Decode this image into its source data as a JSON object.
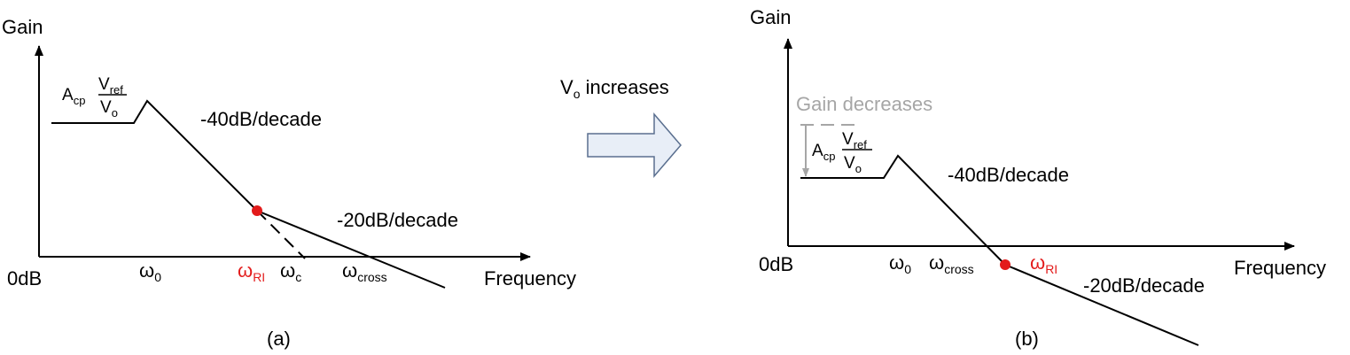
{
  "diagram": {
    "middle": {
      "label_main": "V",
      "label_sub": "o",
      "label_rest": " increases"
    },
    "left": {
      "caption": "(a)",
      "y_axis_label": "Gain",
      "x_axis_label": "Frequency",
      "origin_label": "0dB",
      "gain_formula": {
        "A": "A",
        "A_sub": "cp",
        "num": "V",
        "num_sub": "ref",
        "den": "V",
        "den_sub": "o"
      },
      "slope_40": "-40dB/decade",
      "slope_20": "-20dB/decade",
      "omega0": {
        "sym": "ω",
        "sub": "0"
      },
      "omegaRI": {
        "sym": "ω",
        "sub": "RI"
      },
      "omegaC": {
        "sym": "ω",
        "sub": "c"
      },
      "omegaCross": {
        "sym": "ω",
        "sub": "cross"
      }
    },
    "right": {
      "caption": "(b)",
      "y_axis_label": "Gain",
      "x_axis_label": "Frequency",
      "origin_label": "0dB",
      "gain_decreases": "Gain decreases",
      "gain_formula": {
        "A": "A",
        "A_sub": "cp",
        "num": "V",
        "num_sub": "ref",
        "den": "V",
        "den_sub": "o"
      },
      "slope_40": "-40dB/decade",
      "slope_20": "-20dB/decade",
      "omega0": {
        "sym": "ω",
        "sub": "0"
      },
      "omegaCross": {
        "sym": "ω",
        "sub": "cross"
      },
      "omegaRI": {
        "sym": "ω",
        "sub": "RI"
      }
    },
    "colors": {
      "line": "#000000",
      "marker": "#e31b1b",
      "annotation": "#a6a6a6",
      "arrow_fill": "#e8eef7",
      "arrow_stroke": "#5a6f8f"
    }
  }
}
